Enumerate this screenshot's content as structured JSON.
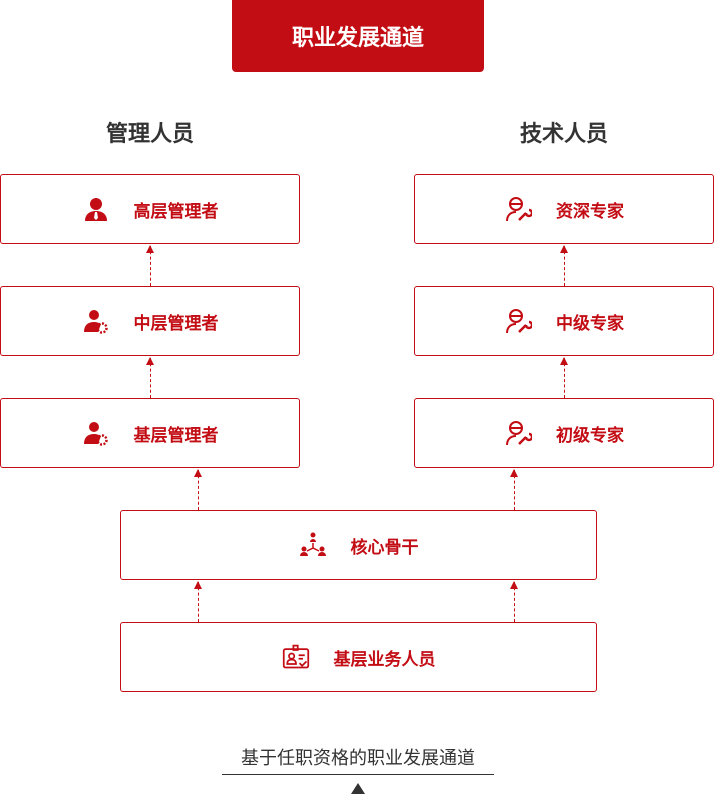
{
  "title": "职业发展通道",
  "columns": {
    "management": "管理人员",
    "technical": "技术人员"
  },
  "management_levels": [
    {
      "label": "高层管理者",
      "icon": "executive-icon"
    },
    {
      "label": "中层管理者",
      "icon": "manager-gear-icon"
    },
    {
      "label": "基层管理者",
      "icon": "manager-gear-icon"
    }
  ],
  "technical_levels": [
    {
      "label": "资深专家",
      "icon": "engineer-wrench-icon"
    },
    {
      "label": "中级专家",
      "icon": "engineer-wrench-icon"
    },
    {
      "label": "初级专家",
      "icon": "engineer-wrench-icon"
    }
  ],
  "core": {
    "label": "核心骨干",
    "icon": "team-network-icon"
  },
  "base": {
    "label": "基层业务人员",
    "icon": "id-badge-icon"
  },
  "footer": "基于任职资格的职业发展通道",
  "colors": {
    "accent": "#c30d14",
    "text": "#333333"
  }
}
